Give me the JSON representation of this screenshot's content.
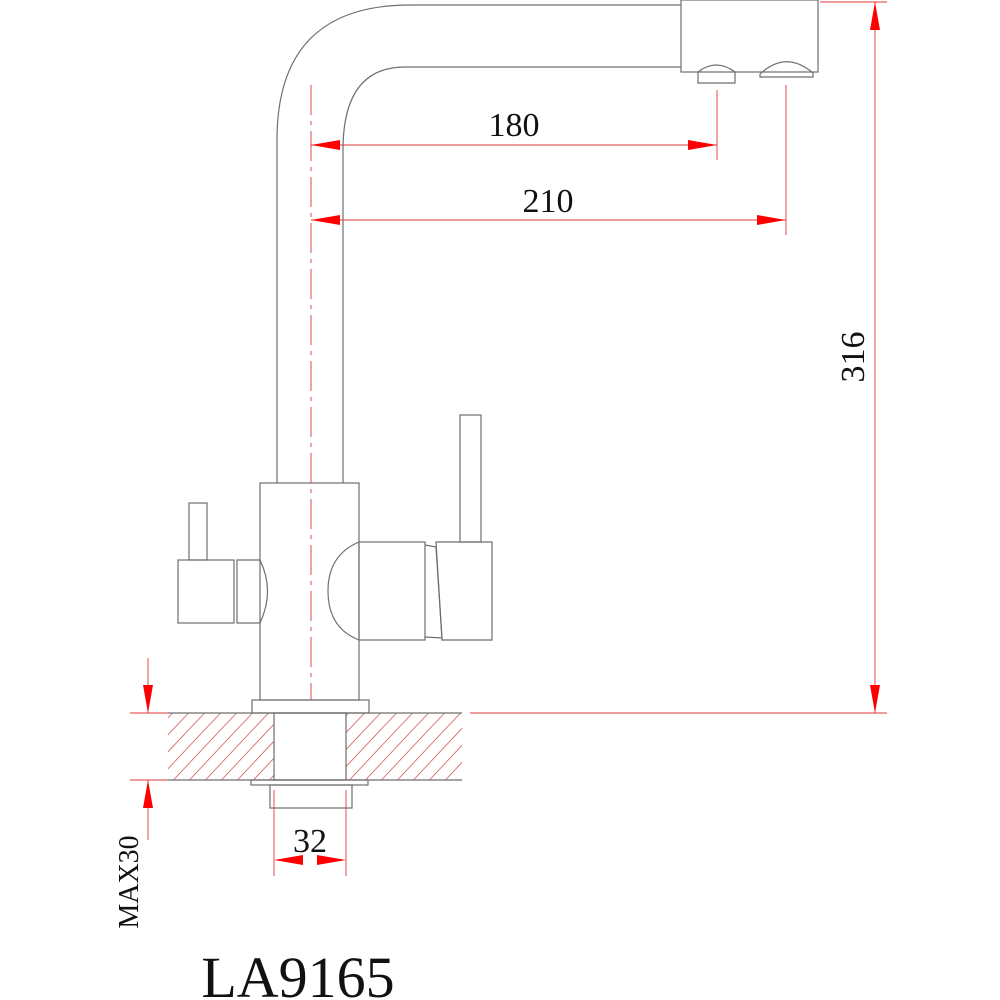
{
  "model": "LA9165",
  "dimensions": {
    "spout_reach_short": "180",
    "spout_reach_long": "210",
    "height": "316",
    "mount_hole": "32",
    "max_counter_thickness": "MAX30"
  },
  "colors": {
    "outline": "#6e6e6e",
    "dimension": "#e0383a",
    "arrow": "#ff0000"
  }
}
